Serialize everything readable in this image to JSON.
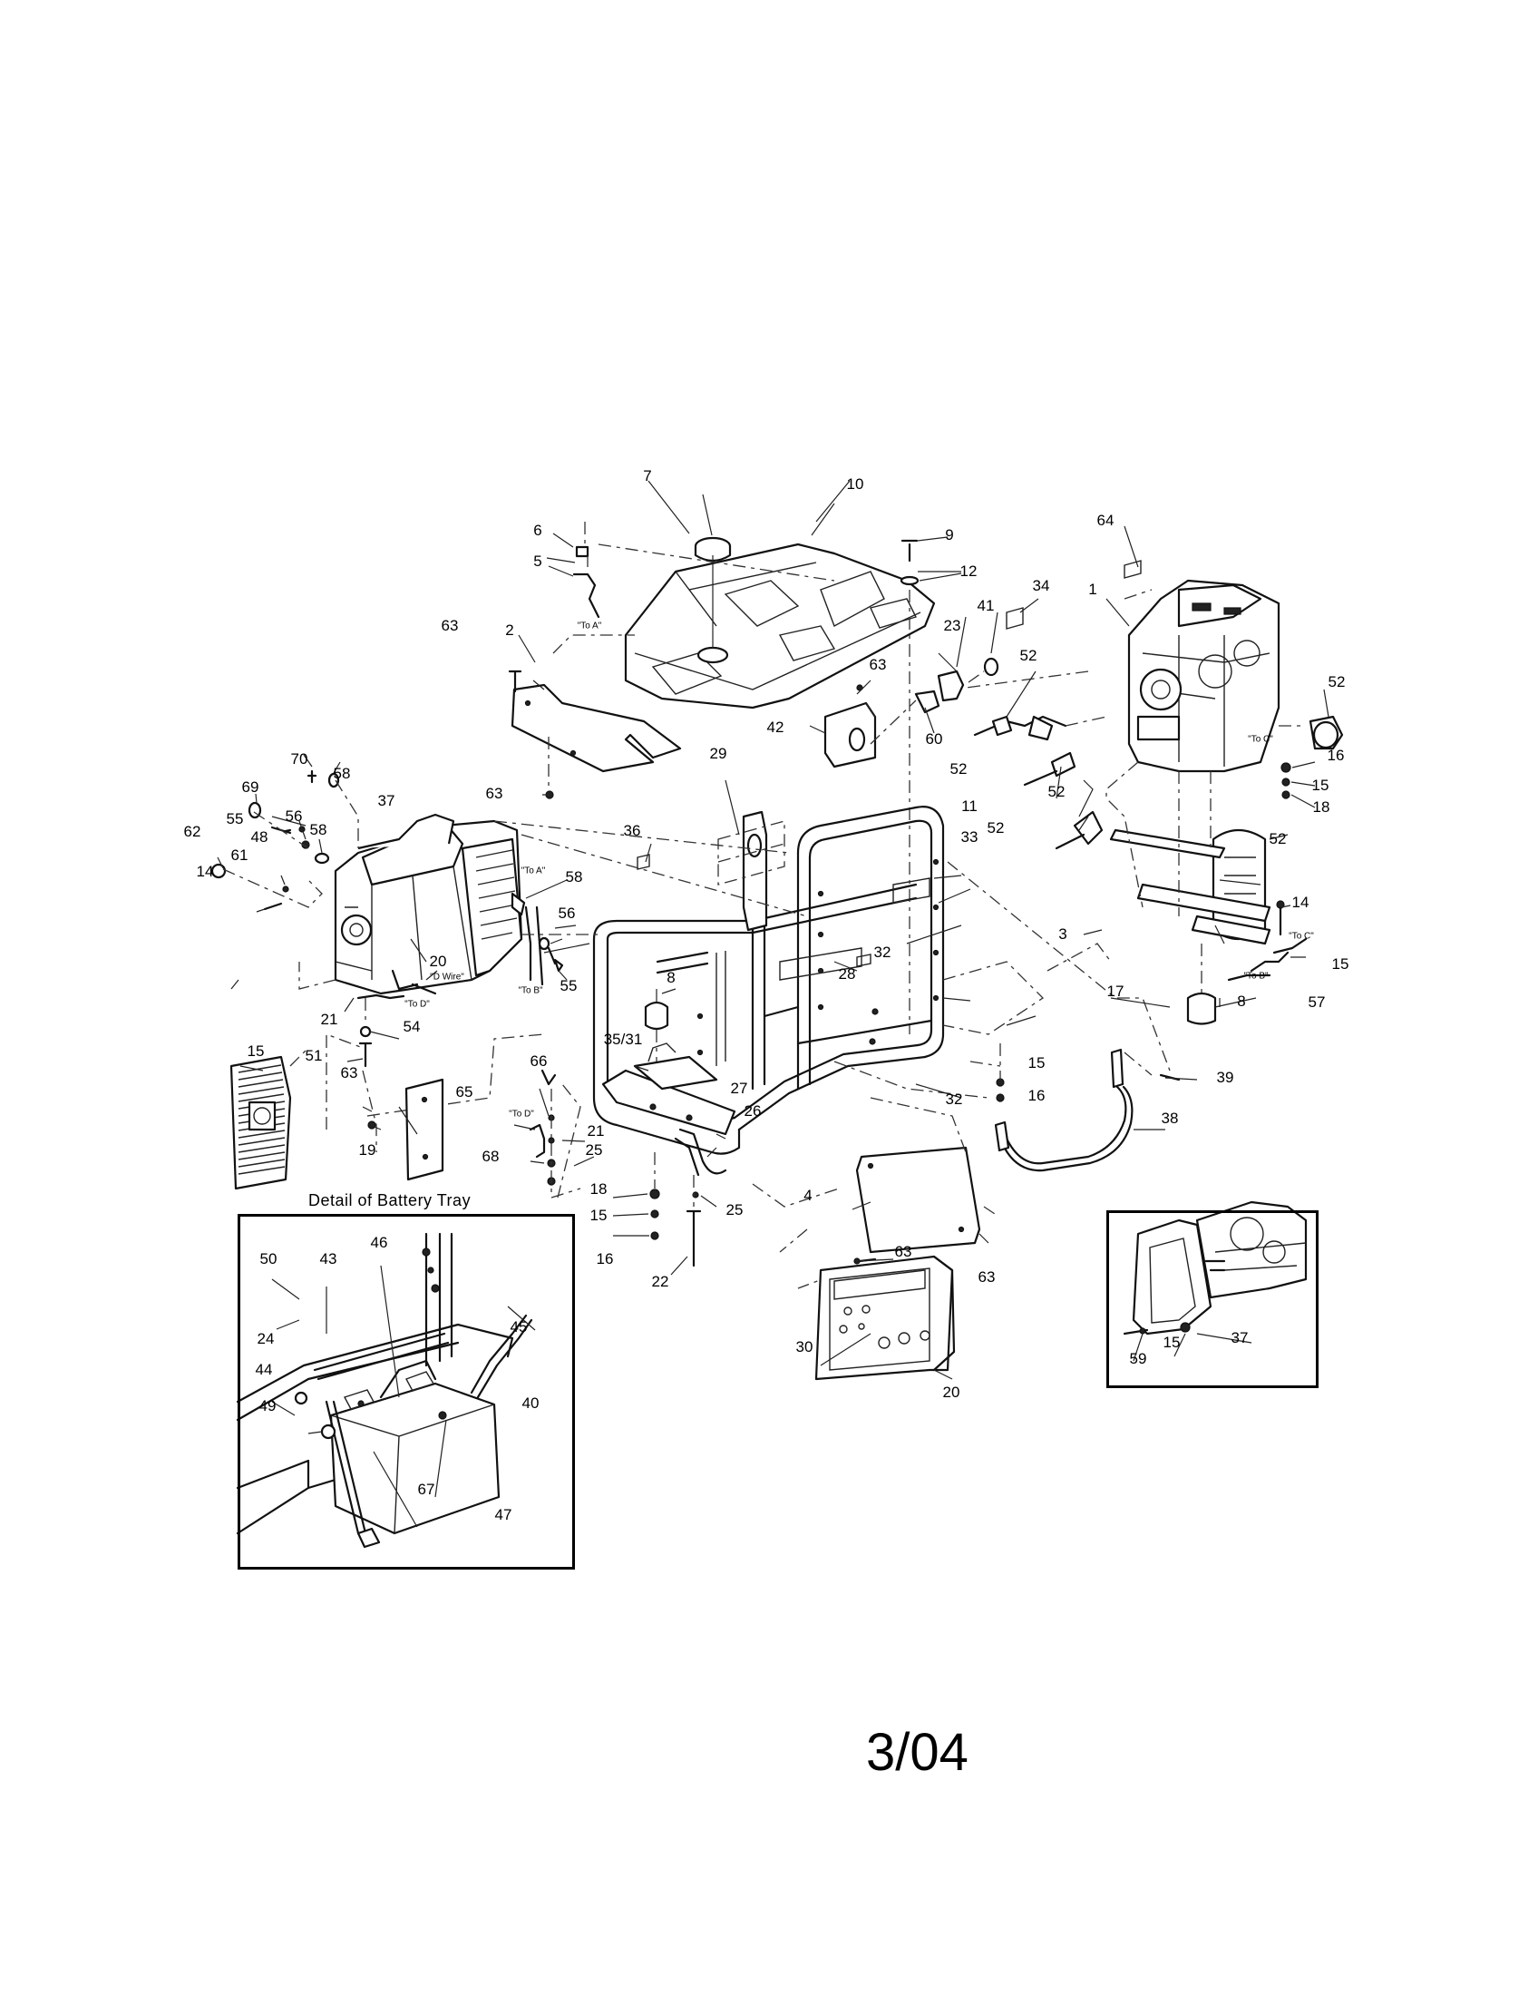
{
  "page_date": "3/04",
  "battery_tray_caption": "Detail of Battery Tray",
  "wire_notes": {
    "to_a_tank": "\"To A\"",
    "to_a_gen": "\"To A\"",
    "to_b_gen": "\"To B\"",
    "to_b_engine": "\"To B\"",
    "to_c_engine": "\"To C\"",
    "to_c_right": "\"To C\"",
    "to_d_gen": "\"To D\"",
    "to_d_tray": "\"To D\"",
    "d_wire": "\"D Wire\""
  },
  "callouts": {
    "c7": "7",
    "c10": "10",
    "c6": "6",
    "c5": "5",
    "c9": "9",
    "c12": "12",
    "c64": "64",
    "c1": "1",
    "c34": "34",
    "c41": "41",
    "c23": "23",
    "c52a": "52",
    "c52b": "52",
    "c52c": "52",
    "c52d": "52",
    "c52e": "52",
    "c52f": "52",
    "c63a": "63",
    "c63b": "63",
    "c63c": "63",
    "c63d": "63",
    "c63e": "63",
    "c63f": "63",
    "c2": "2",
    "c42": "42",
    "c60": "60",
    "c16a": "16",
    "c15a": "15",
    "c18a": "18",
    "c70": "70",
    "c58a": "58",
    "c69": "69",
    "c56a": "56",
    "c55a": "55",
    "c58b": "58",
    "c37a": "37",
    "c62": "62",
    "c48": "48",
    "c61": "61",
    "c14a": "14",
    "c29": "29",
    "c36": "36",
    "c11": "11",
    "c33": "33",
    "c58c": "58",
    "c56b": "56",
    "c55b": "55",
    "c20a": "20",
    "c32a": "32",
    "c28": "28",
    "c8a": "8",
    "c3": "3",
    "c14b": "14",
    "c15b": "15",
    "c17": "17",
    "c57": "57",
    "c8b": "8",
    "c21a": "21",
    "c54": "54",
    "c15c": "15",
    "c51": "51",
    "c66": "66",
    "c35": "35/31",
    "c65": "65",
    "c27": "27",
    "c26": "26",
    "c21b": "21",
    "c25a": "25",
    "c68": "68",
    "c19": "19",
    "c18b": "18",
    "c15d": "15",
    "c16b": "16",
    "c22": "22",
    "c25b": "25",
    "c32b": "32",
    "c15e": "15",
    "c16c": "16",
    "c39": "39",
    "c38": "38",
    "c4": "4",
    "c30": "30",
    "c20b": "20",
    "c50": "50",
    "c43": "43",
    "c46": "46",
    "c45": "45",
    "c24": "24",
    "c44": "44",
    "c40": "40",
    "c49": "49",
    "c67": "67",
    "c47": "47",
    "c59": "59",
    "c15f": "15",
    "c37b": "37"
  }
}
